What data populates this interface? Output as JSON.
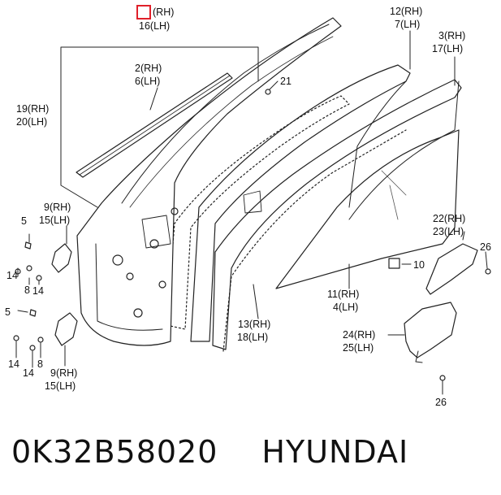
{
  "labels": {
    "p1_rh": "(RH)",
    "p16_lh": "16(LH)",
    "p12_rh": "12(RH)",
    "p7_lh": "7(LH)",
    "p3_rh": "3(RH)",
    "p17_lh": "17(LH)",
    "p2_rh": "2(RH)",
    "p6_lh": "6(LH)",
    "p21": "21",
    "p19_rh": "19(RH)",
    "p20_lh": "20(LH)",
    "p9a_rh": "9(RH)",
    "p15a_lh": "15(LH)",
    "p5a": "5",
    "p14a": "14",
    "p8a": "8",
    "p14b": "14",
    "p5b": "5",
    "p14c": "14",
    "p14d": "14",
    "p8b": "8",
    "p9b_rh": "9(RH)",
    "p15b_lh": "15(LH)",
    "p22_rh": "22(RH)",
    "p23_lh": "23(LH)",
    "p26a": "26",
    "p10": "10",
    "p11_rh": "11(RH)",
    "p4_lh": "4(LH)",
    "p13_rh": "13(RH)",
    "p18_lh": "18(LH)",
    "p24_rh": "24(RH)",
    "p25_lh": "25(LH)",
    "p26b": "26"
  },
  "highlight_color": "#e0202a",
  "footer": {
    "part_number": "0K32B58020",
    "brand": "HYUNDAI"
  }
}
